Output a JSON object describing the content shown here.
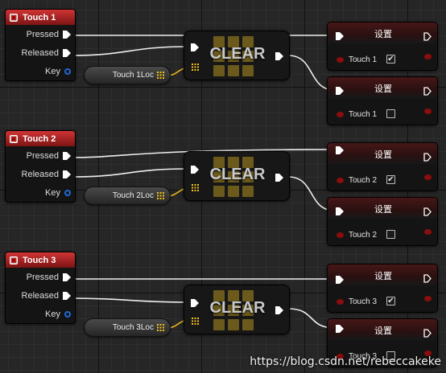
{
  "groups": [
    {
      "event": {
        "title": "Touch 1",
        "pressed": "Pressed",
        "released": "Released",
        "key": "Key"
      },
      "variable": "Touch 1Loc",
      "clear": "CLEAR",
      "set_nodes": [
        {
          "title": "设置",
          "bool_label": "Touch 1",
          "checked": true
        },
        {
          "title": "设置",
          "bool_label": "Touch 1",
          "checked": false
        }
      ]
    },
    {
      "event": {
        "title": "Touch 2",
        "pressed": "Pressed",
        "released": "Released",
        "key": "Key"
      },
      "variable": "Touch 2Loc",
      "clear": "CLEAR",
      "set_nodes": [
        {
          "title": "设置",
          "bool_label": "Touch 2",
          "checked": true
        },
        {
          "title": "设置",
          "bool_label": "Touch 2",
          "checked": false
        }
      ]
    },
    {
      "event": {
        "title": "Touch 3",
        "pressed": "Pressed",
        "released": "Released",
        "key": "Key"
      },
      "variable": "Touch 3Loc",
      "clear": "CLEAR",
      "set_nodes": [
        {
          "title": "设置",
          "bool_label": "Touch 3",
          "checked": true
        },
        {
          "title": "设置",
          "bool_label": "Touch 3",
          "checked": false
        }
      ]
    }
  ],
  "checkbox_glyph": "✔",
  "watermark": "https://blog.csdn.net/rebeccakeke",
  "colors": {
    "exec": "#ffffff",
    "array_var": "#f2c01a",
    "bool": "#8b0d0d",
    "event_header": "#b52424",
    "key_pin": "#1e6bd6"
  }
}
